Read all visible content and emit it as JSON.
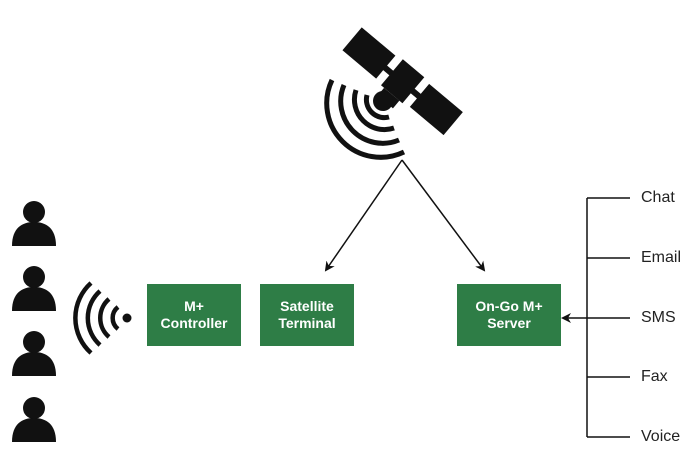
{
  "boxes": {
    "controller": "M+\nController",
    "terminal": "Satellite\nTerminal",
    "server": "On-Go M+\nServer"
  },
  "channels": [
    "Chat",
    "Email",
    "SMS",
    "Fax",
    "Voice"
  ],
  "icons": {
    "satellite": "satellite-icon",
    "user": "user-icon",
    "wireless": "wireless-signal-icon"
  },
  "colors": {
    "box_fill": "#2e7d46",
    "box_text": "#ffffff",
    "ink": "#111111"
  }
}
